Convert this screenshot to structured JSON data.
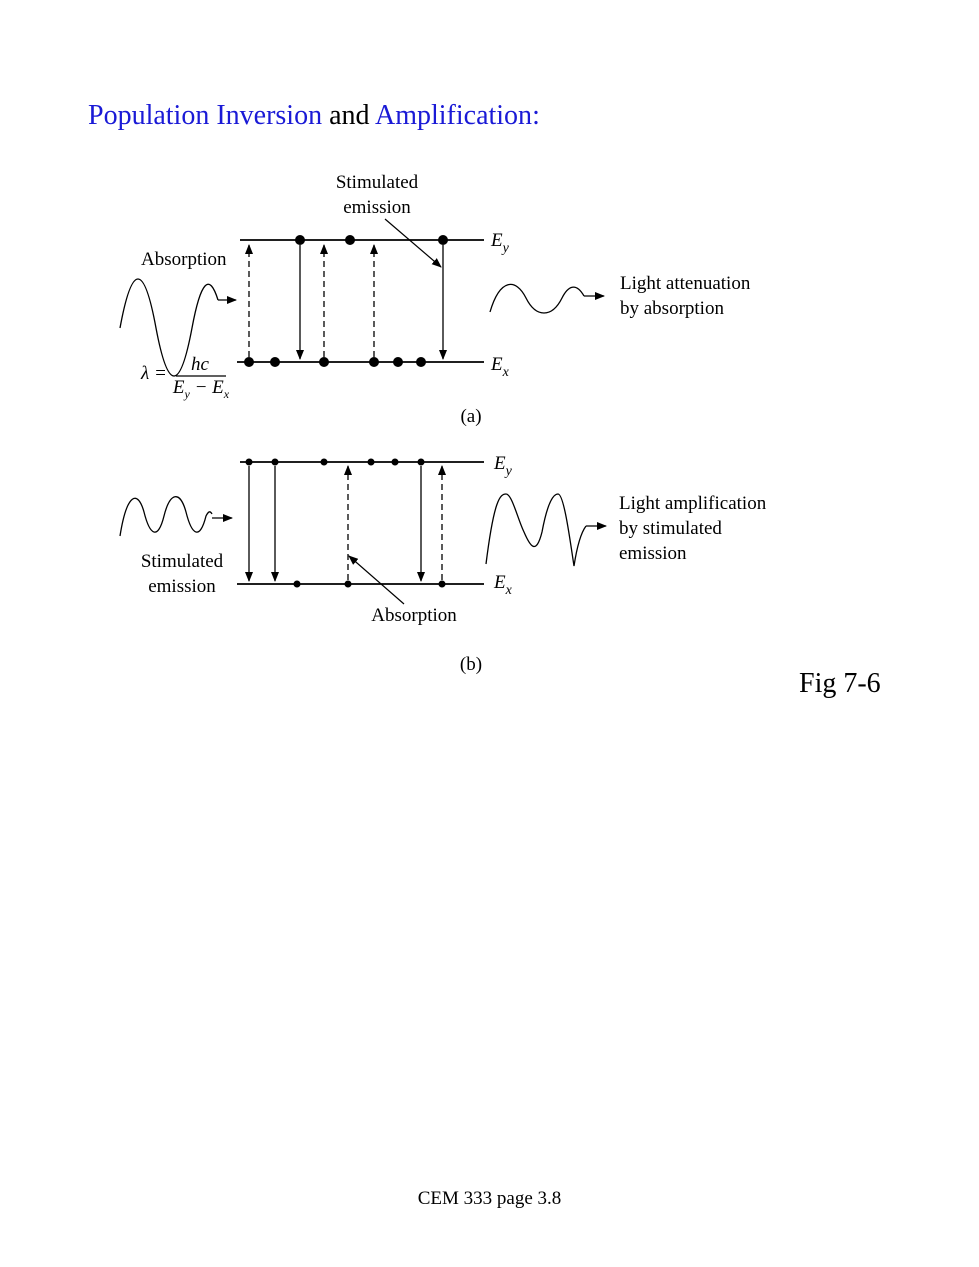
{
  "title": {
    "part1": "Population Inversion",
    "part2": " and ",
    "part3": "Amplification",
    "part4": ":"
  },
  "colors": {
    "title_accent": "#1a1ad6",
    "text": "#000000"
  },
  "diagram_a": {
    "stim_label_1": "Stimulated",
    "stim_label_2": "emission",
    "absorption_label": "Absorption",
    "upper_level": "E",
    "upper_sub": "y",
    "lower_level": "E",
    "lower_sub": "x",
    "result_1": "Light attenuation",
    "result_2": "by absorption",
    "formula_lhs": "λ =",
    "formula_num": "hc",
    "formula_den_a": "E",
    "formula_den_a_sub": "y",
    "formula_den_op": " − ",
    "formula_den_b": "E",
    "formula_den_b_sub": "x",
    "caption": "(a)"
  },
  "diagram_b": {
    "upper_level": "E",
    "upper_sub": "y",
    "lower_level": "E",
    "lower_sub": "x",
    "stim_label_1": "Stimulated",
    "stim_label_2": "emission",
    "absorption_label": "Absorption",
    "result_1": "Light amplification",
    "result_2": "by stimulated",
    "result_3": "emission",
    "caption": "(b)"
  },
  "figure_label": "Fig 7-6",
  "footer": "CEM 333 page 3.8"
}
